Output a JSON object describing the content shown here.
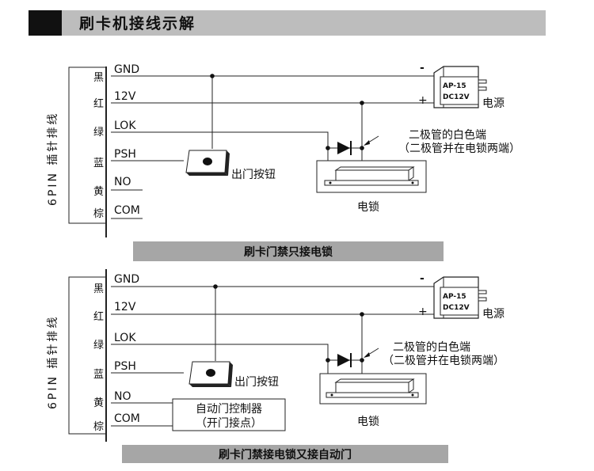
{
  "header": {
    "title": "刷卡机接线示解"
  },
  "connector": {
    "side_label": "6PIN 插针排线",
    "pins": [
      {
        "color": "黑",
        "name": "GND"
      },
      {
        "color": "红",
        "name": "12V"
      },
      {
        "color": "绿",
        "name": "LOK"
      },
      {
        "color": "蓝",
        "name": "PSH"
      },
      {
        "color": "黄",
        "name": "NO"
      },
      {
        "color": "棕",
        "name": "COM"
      }
    ]
  },
  "power_supply": {
    "model_line1": "AP-15",
    "model_line2": "DC12V",
    "label": "电源",
    "minus": "-",
    "plus": "+"
  },
  "exit_button": {
    "label": "出门按钮"
  },
  "diode": {
    "note_line1": "二极管的白色端",
    "note_line2": "（二极管并在电锁两端）"
  },
  "lock": {
    "label": "电锁"
  },
  "auto_door": {
    "line1": "自动门控制器",
    "line2": "（开门接点）"
  },
  "diagrams": [
    {
      "caption": "刷卡门禁只接电锁"
    },
    {
      "caption": "刷卡门禁接电锁又接自动门"
    }
  ]
}
